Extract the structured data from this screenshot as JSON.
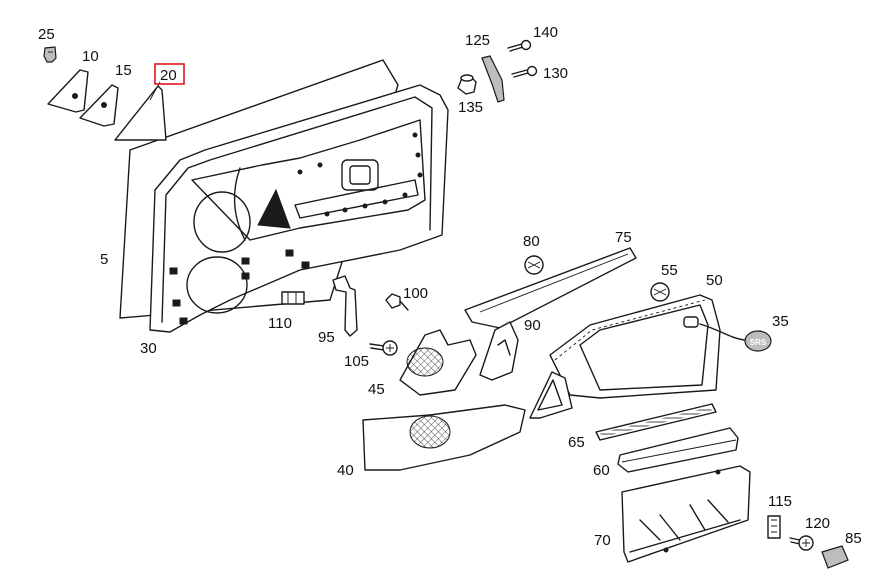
{
  "diagram": {
    "highlight_color": "#e0141e",
    "callouts": [
      {
        "id": "c25",
        "label": "25"
      },
      {
        "id": "c10",
        "label": "10"
      },
      {
        "id": "c15",
        "label": "15"
      },
      {
        "id": "c20",
        "label": "20",
        "highlighted": true
      },
      {
        "id": "c5",
        "label": "5"
      },
      {
        "id": "c30",
        "label": "30"
      },
      {
        "id": "c125",
        "label": "125"
      },
      {
        "id": "c140",
        "label": "140"
      },
      {
        "id": "c130",
        "label": "130"
      },
      {
        "id": "c135",
        "label": "135"
      },
      {
        "id": "c80",
        "label": "80"
      },
      {
        "id": "c75",
        "label": "75"
      },
      {
        "id": "c55",
        "label": "55"
      },
      {
        "id": "c50",
        "label": "50"
      },
      {
        "id": "c35",
        "label": "35"
      },
      {
        "id": "c100",
        "label": "100"
      },
      {
        "id": "c110",
        "label": "110"
      },
      {
        "id": "c95",
        "label": "95"
      },
      {
        "id": "c105",
        "label": "105"
      },
      {
        "id": "c90",
        "label": "90"
      },
      {
        "id": "c45",
        "label": "45"
      },
      {
        "id": "c40",
        "label": "40"
      },
      {
        "id": "c65",
        "label": "65"
      },
      {
        "id": "c60",
        "label": "60"
      },
      {
        "id": "c70",
        "label": "70"
      },
      {
        "id": "c115",
        "label": "115"
      },
      {
        "id": "c120",
        "label": "120"
      },
      {
        "id": "c85",
        "label": "85"
      }
    ],
    "airbag_badge_text": "SRS"
  }
}
